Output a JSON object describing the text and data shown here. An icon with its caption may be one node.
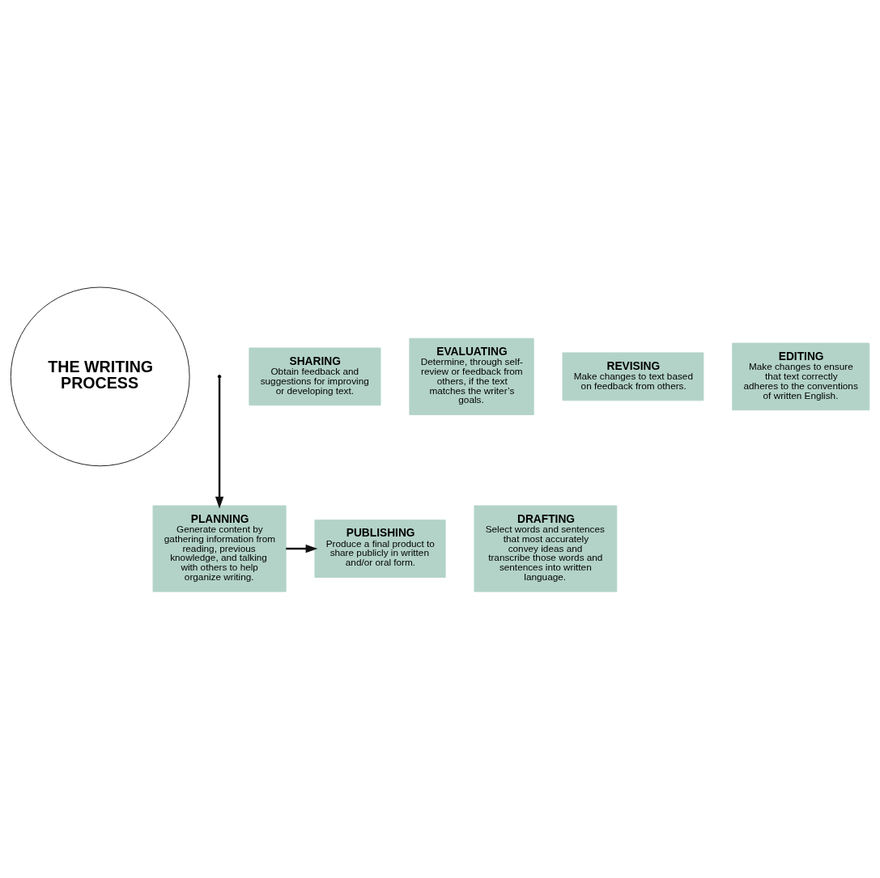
{
  "diagram": {
    "nodes": [
      {
        "text": [
          "THE WRITING PROCESS"
        ]
      },
      {
        "text": [
          "PLANNING",
          "Generate content by gathering information from reading, previous knowledge, and talking with others to help organize writing."
        ]
      },
      {
        "text": [
          "DRAFTING",
          "Select words and sentences that most accurately convey ideas and transcribe those words and sentences into written language."
        ]
      },
      {
        "text": [
          "SHARING",
          "Obtain feedback and suggestions for improving or developing text."
        ]
      },
      {
        "text": [
          "EVALUATING",
          "Determine, through self-review or feedback from others, if the text matches the writer’s goals."
        ]
      },
      {
        "text": [
          "REVISING",
          "Make changes to text based on feedback from others."
        ]
      },
      {
        "text": [
          "EDITING",
          "Make changes to ensure that text correctly adheres to the conventions of written English."
        ]
      },
      {
        "text": [
          "PUBLISHING",
          "Produce a final product to share publicly in written and/or oral form."
        ]
      }
    ],
    "edges": [
      {
        "from": 1,
        "to": 7,
        "arrow": "to"
      },
      {
        "from": null,
        "to": 1,
        "arrow": "to"
      }
    ]
  }
}
